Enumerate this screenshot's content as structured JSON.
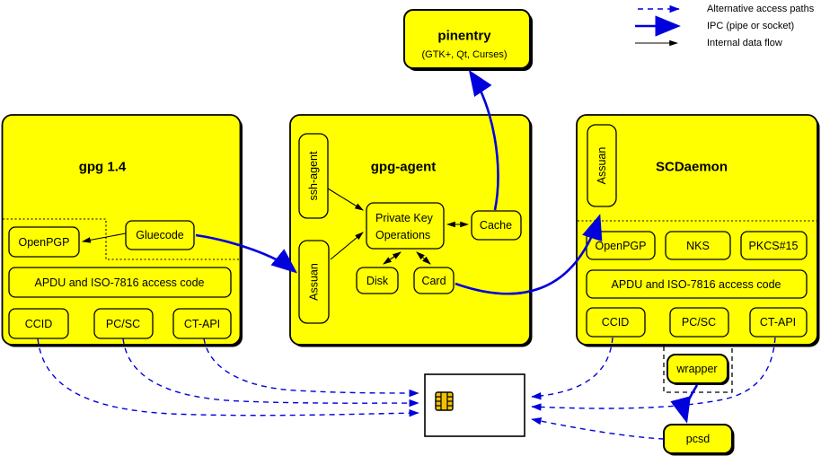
{
  "legend": {
    "alt": {
      "label": "Alternative access paths",
      "style": "dashed-blue-arrow"
    },
    "ipc": {
      "label": "IPC (pipe or socket)",
      "style": "thick-blue-arrow"
    },
    "internal": {
      "label": "Internal data flow",
      "style": "thin-black-arrow"
    }
  },
  "pinentry": {
    "title": "pinentry",
    "subtitle": "(GTK+, Qt, Curses)"
  },
  "gpg14": {
    "title": "gpg 1.4",
    "openpgp": "OpenPGP",
    "gluecode": "Gluecode",
    "apdu": "APDU and ISO-7816 access code",
    "ccid": "CCID",
    "pcsc": "PC/SC",
    "ctapi": "CT-API"
  },
  "gpgagent": {
    "title": "gpg-agent",
    "sshagent": "ssh-agent",
    "assuan": "Assuan",
    "pko_line1": "Private Key",
    "pko_line2": "Operations",
    "cache": "Cache",
    "disk": "Disk",
    "card": "Card"
  },
  "scdaemon": {
    "title": "SCDaemon",
    "assuan": "Assuan",
    "openpgp": "OpenPGP",
    "nks": "NKS",
    "pkcs15": "PKCS#15",
    "apdu": "APDU and ISO-7816 access code",
    "ccid": "CCID",
    "pcsc": "PC/SC",
    "ctapi": "CT-API"
  },
  "external": {
    "wrapper": "wrapper",
    "pcsd": "pcsd",
    "smartcard": "smartcard-reader"
  },
  "colors": {
    "box_fill": "#ffff00",
    "line_blue": "#0000dd",
    "line_black": "#000000",
    "chip_gold": "#f2c200"
  }
}
